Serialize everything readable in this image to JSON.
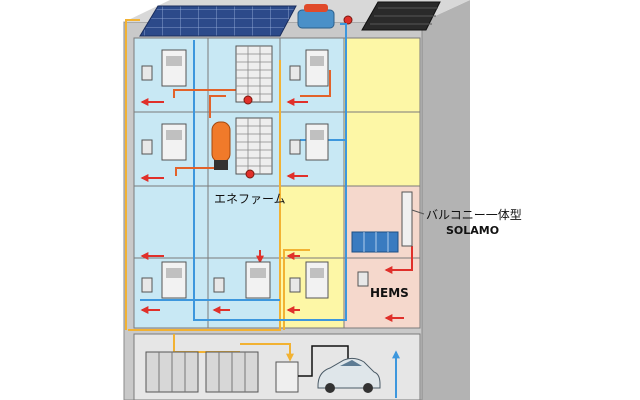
{
  "labels": {
    "enefarm": "エネファーム",
    "balcony_type": "バルコニー一体型",
    "solamo": "SOLAMO",
    "hems": "HEMS"
  },
  "colors": {
    "sky_room": "#c8e8f4",
    "yellow_room": "#fdf7a6",
    "pink_room": "#f5d8cc",
    "building": "#c9c9c9",
    "building_side": "#b3b3b3",
    "hot_water_pipe": "#e2622a",
    "cold_water_pipe": "#3d97dd",
    "power_line": "#f2b233",
    "return_arrow": "#e0302a"
  }
}
